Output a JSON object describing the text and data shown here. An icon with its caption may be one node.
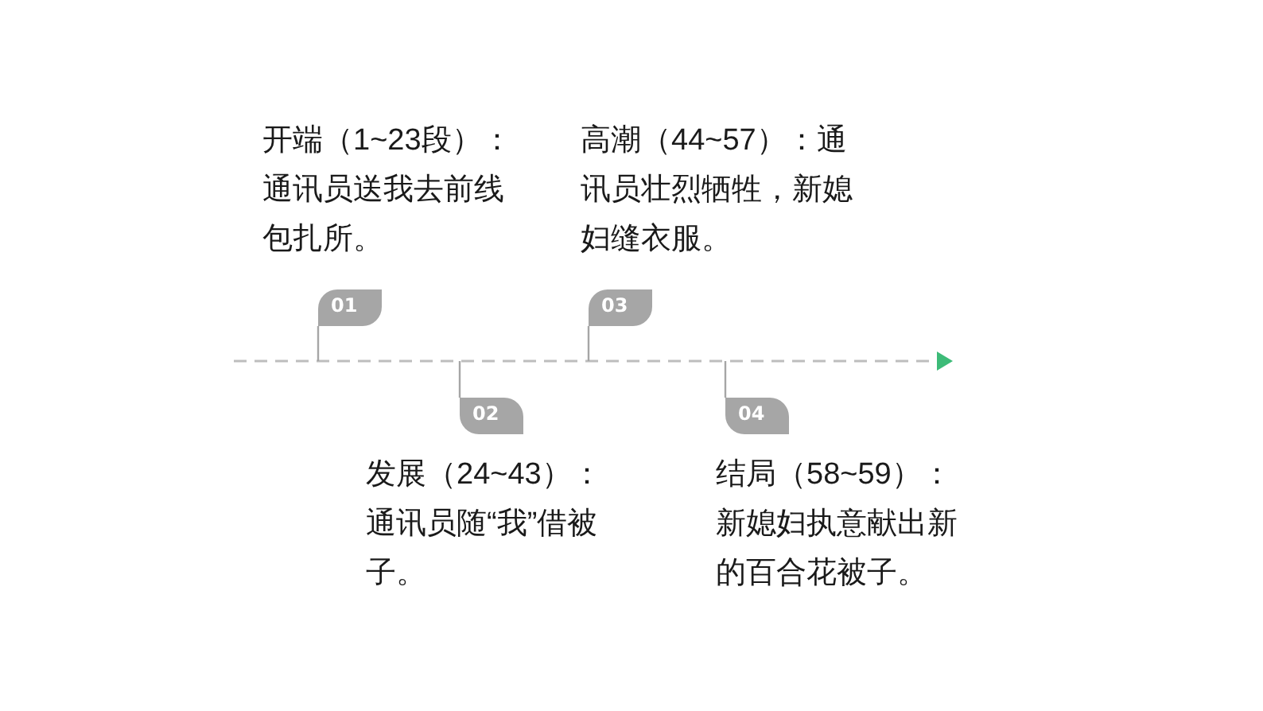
{
  "diagram": {
    "nodes": [
      {
        "text": [
          "01"
        ],
        "beside": [
          "开端（1~23段）：通讯员送我去前线包扎所。"
        ]
      },
      {
        "text": [
          "02"
        ],
        "beside": [
          "发展（24~43）：通讯员随“我”借被子。"
        ]
      },
      {
        "text": [
          "03"
        ],
        "beside": [
          "高潮（44~57）：通讯员壮烈牺牲，新媳妇缝衣服。"
        ]
      },
      {
        "text": [
          "04"
        ],
        "beside": [
          "结局（58~59）：新媳妇执意献出新的百合花被子。"
        ]
      }
    ],
    "edges": [
      {
        "from": 0,
        "to": null,
        "arrow": "none"
      },
      {
        "from": 1,
        "to": null,
        "arrow": "none"
      },
      {
        "from": 2,
        "to": null,
        "arrow": "none"
      },
      {
        "from": 3,
        "to": null,
        "arrow": "none"
      }
    ]
  }
}
